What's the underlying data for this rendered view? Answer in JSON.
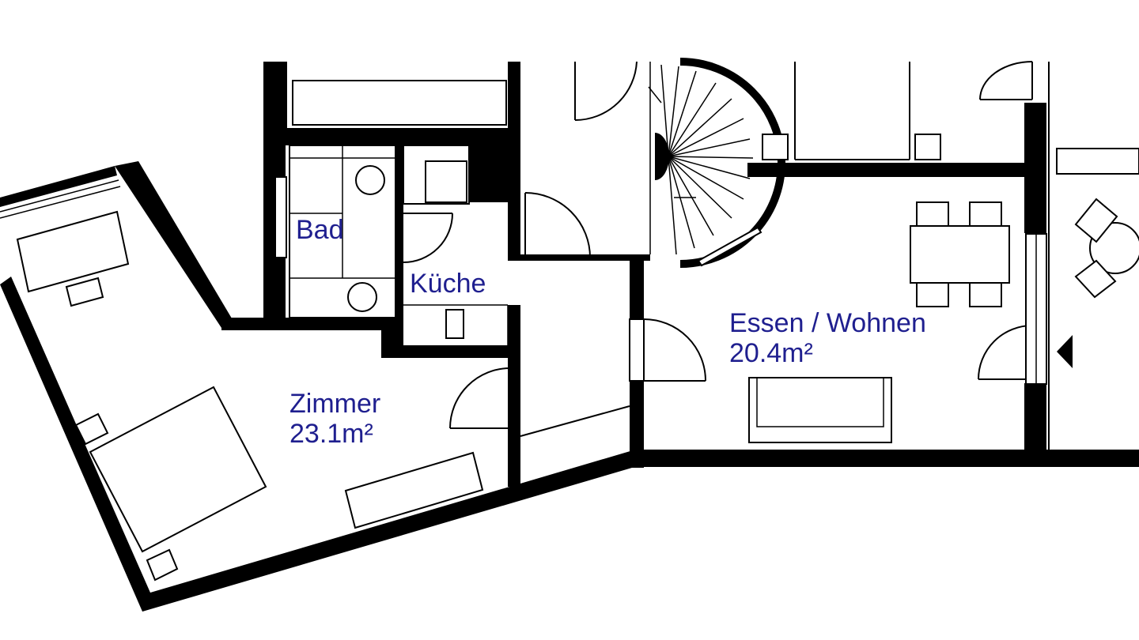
{
  "rooms": {
    "bad": {
      "name": "Bad"
    },
    "kueche": {
      "name": "Küche"
    },
    "zimmer": {
      "name": "Zimmer",
      "area": "23.1m²"
    },
    "essen_wohnen": {
      "name": "Essen / Wohnen",
      "area": "20.4m²"
    }
  },
  "colors": {
    "label_text": "#1f1f8f",
    "walls": "#000000",
    "background": "#ffffff"
  }
}
